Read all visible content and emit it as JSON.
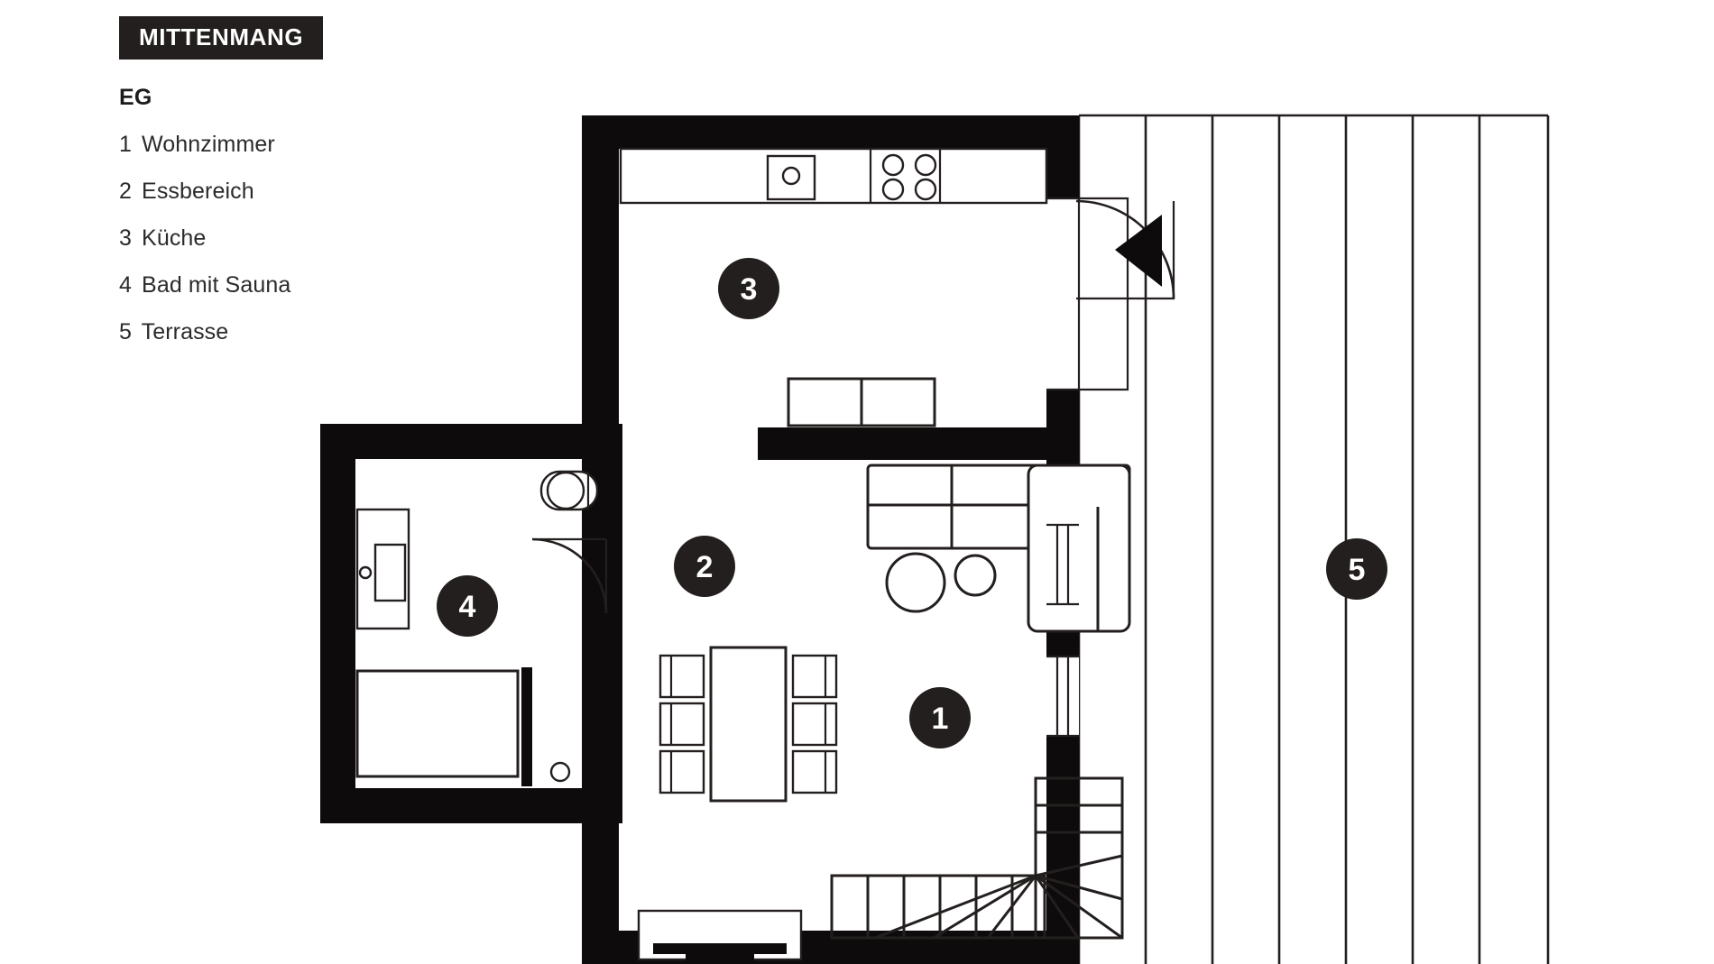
{
  "brand": {
    "name": "MITTENMANG"
  },
  "legend": {
    "floor_label": "EG",
    "items": [
      {
        "num": "1",
        "label": "Wohnzimmer"
      },
      {
        "num": "2",
        "label": "Essbereich"
      },
      {
        "num": "3",
        "label": "Küche"
      },
      {
        "num": "4",
        "label": "Bad mit Sauna"
      },
      {
        "num": "5",
        "label": "Terrasse"
      }
    ]
  },
  "plan": {
    "room_markers": [
      {
        "id": "3",
        "name": "kuche"
      },
      {
        "id": "2",
        "name": "essbereich"
      },
      {
        "id": "4",
        "name": "bad-mit-sauna"
      },
      {
        "id": "1",
        "name": "wohnzimmer"
      },
      {
        "id": "5",
        "name": "terrasse"
      }
    ],
    "fixtures": [
      "kitchen-counter",
      "kitchen-sink",
      "kitchen-cooktop",
      "sideboard",
      "sofa-sectional",
      "coffee-table-large",
      "coffee-table-small",
      "dining-table",
      "dining-chairs",
      "staircase-straight",
      "staircase-winder",
      "tv-media-unit",
      "bathroom-vanity",
      "toilet",
      "sauna",
      "shower-drain",
      "entry-door",
      "bathroom-door",
      "terrace-decking",
      "window-living-upper",
      "window-living-lower"
    ]
  },
  "colors": {
    "ink": "#231f1e",
    "wall": "#0d0b0b",
    "paper": "#ffffff",
    "brand_bg": "#231f1e",
    "brand_fg": "#ffffff"
  }
}
